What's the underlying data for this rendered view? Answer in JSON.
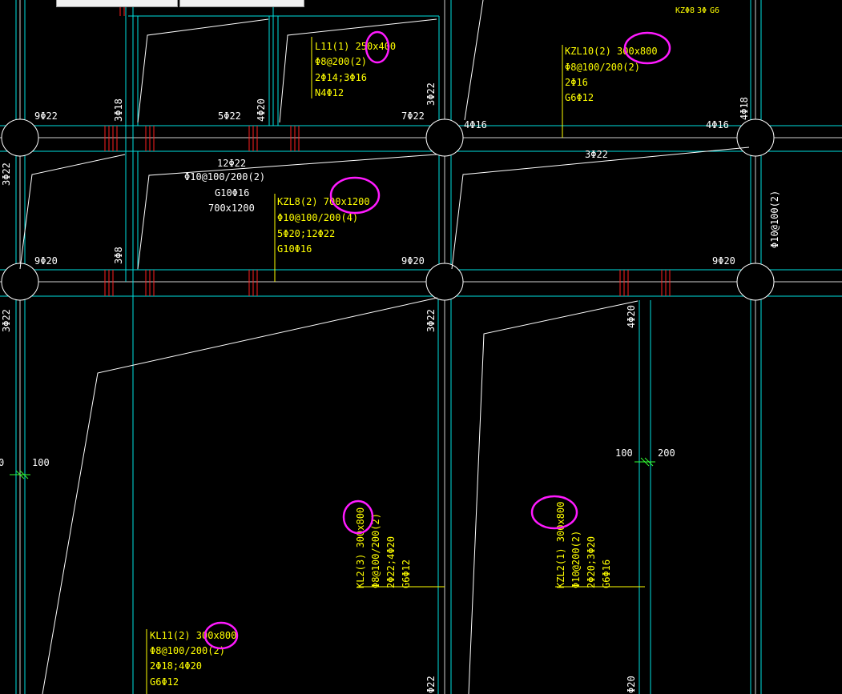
{
  "tabs": [
    {
      "label": ""
    },
    {
      "label": ""
    }
  ],
  "colors": {
    "background": "#000000",
    "beam_line": "#00ffff",
    "annotation": "#ffff00",
    "text": "#ffffff",
    "stirrup": "#ff0000",
    "highlight": "#ff00ff",
    "dimension": "#00ff00"
  },
  "beams": {
    "l11": {
      "line1": "L11(1) 250x400",
      "line2": "Φ8@200(2)",
      "line3": "2Φ14;3Φ16",
      "line4": "N4Φ12"
    },
    "kzl10": {
      "line1": "KZL10(2) 300x800",
      "line2": "Φ8@100/200(2)",
      "line3": "2Φ16",
      "line4": "G6Φ12"
    },
    "kzl8": {
      "line1": "KZL8(2) 700x1200",
      "line2": "Φ10@100/200(4)",
      "line3": "5Φ20;12Φ22",
      "line4": "G10Φ16"
    },
    "span_white": {
      "line1": "12Φ22",
      "line2": "Φ10@100/200(2)",
      "line3": "G10Φ16",
      "line4": "700x1200"
    },
    "kl2": {
      "line1": "KL2(3) 300x800",
      "line2": "Φ8@100/200(2)",
      "line3": "2Φ22;4Φ20",
      "line4": "G6Φ12"
    },
    "kzl2": {
      "line1": "KZL2(1) 300x800",
      "line2": "Φ10@200(2)",
      "line3": "2Φ20;3Φ20",
      "line4": "G6Φ16"
    },
    "kl11": {
      "line1": "KL11(2) 300x800",
      "line2": "Φ8@100/200(2)",
      "line3": "2Φ18;4Φ20",
      "line4": "G6Φ12"
    },
    "top_right_cut": {
      "line1": "KZ",
      "line2": "Φ8",
      "line3": "3Φ",
      "line4": "G6"
    }
  },
  "rebars": {
    "r_9p22": "9Φ22",
    "r_3p18_a": "3Φ18",
    "r_5p22": "5Φ22",
    "r_4p20_a": "4Φ20",
    "r_7p22": "7Φ22",
    "r_3p22_col": "3Φ22",
    "r_4p16_l": "4Φ16",
    "r_4p16_r": "4Φ16",
    "r_4p18": "4Φ18",
    "r_3p22_left": "3Φ22",
    "r_3p22_mid": "3Φ22",
    "r_3p8": "3Φ8",
    "r_phi10": "Φ10@100(2)",
    "r_9p20_a": "9Φ20",
    "r_9p20_b": "9Φ20",
    "r_9p20_c": "9Φ20",
    "r_3p22_left2": "3Φ22",
    "r_3p22_col2": "3Φ22",
    "r_4p20_b": "4Φ20",
    "r_bottom_a": "Φ22",
    "r_bottom_b": "Φ20"
  },
  "dims": {
    "d_100_l": "100",
    "d_0_l": "0",
    "d_100_r": "100",
    "d_200_r": "200"
  }
}
